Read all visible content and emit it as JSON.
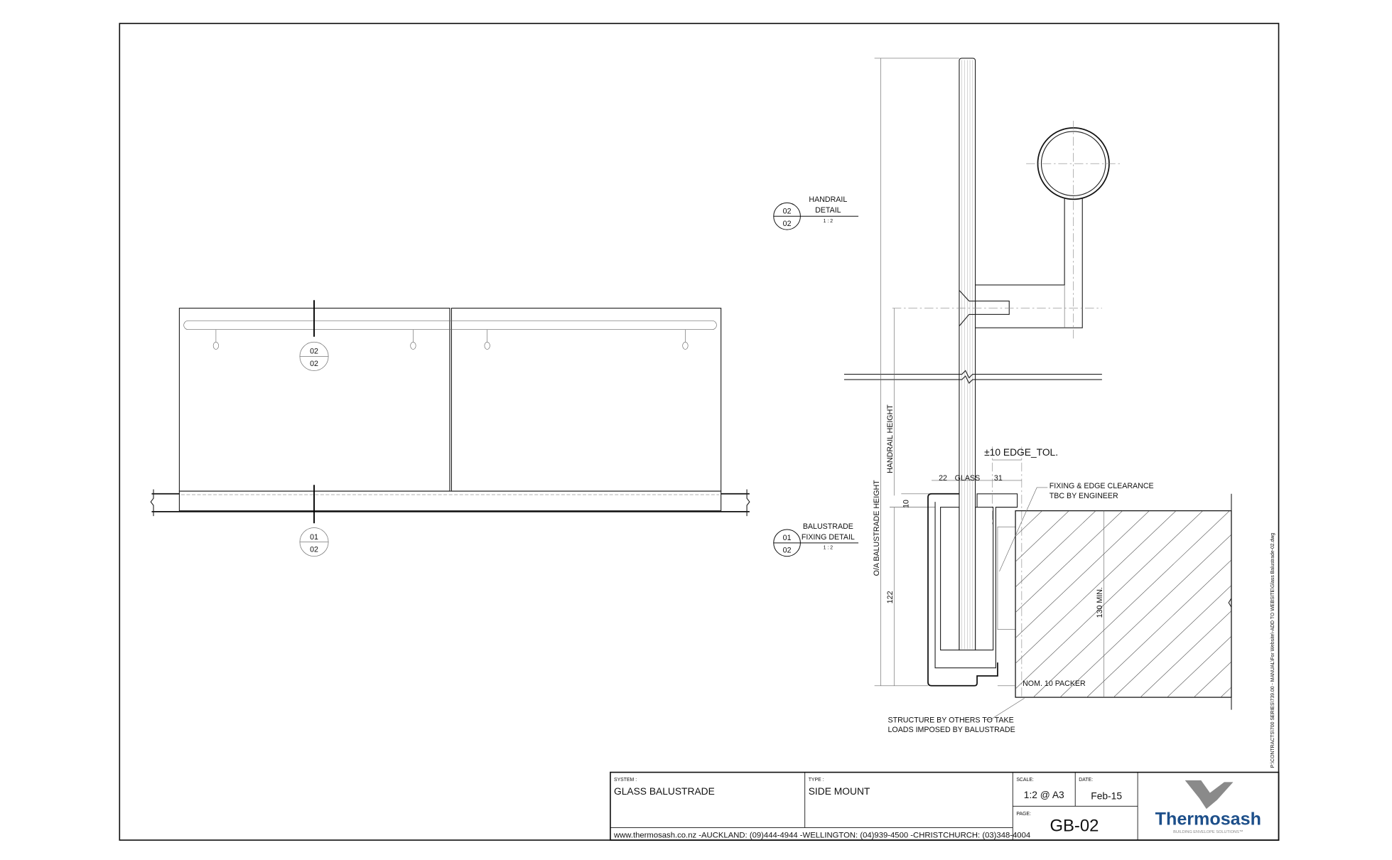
{
  "elevation": {
    "section_markers": [
      {
        "top": "02",
        "bottom": "02"
      },
      {
        "top": "01",
        "bottom": "02"
      }
    ]
  },
  "detail": {
    "callouts": [
      {
        "top": "02",
        "bottom": "02",
        "title_line1": "HANDRAIL",
        "title_line2": "DETAIL",
        "scale": "1 : 2"
      },
      {
        "top": "01",
        "bottom": "02",
        "title_line1": "BALUSTRADE",
        "title_line2": "FIXING DETAIL",
        "scale": "1 : 2"
      }
    ],
    "dimensions": {
      "oa_height": "O/A BALUSTRADE HEIGHT",
      "handrail_height": "HANDRAIL HEIGHT",
      "base": "122",
      "lip": "10",
      "left_gap": "22",
      "glass": "GLASS",
      "right_gap": "31",
      "slab_min": "130 MIN.",
      "edge_tol": "±10 EDGE_TOL."
    },
    "notes": {
      "clearance_line1": "FIXING & EDGE CLEARANCE",
      "clearance_line2": "TBC BY ENGINEER",
      "packer": "NOM. 10 PACKER",
      "structure_line1": "STRUCTURE BY OTHERS TO TAKE",
      "structure_line2": "LOADS IMPOSED BY BALUSTRADE"
    }
  },
  "file_path": "P:\\CONTRACTS\\700 SERIES\\739.00 - MANUAL\\For Website\\-ADD TO WEBSITE\\Glass Balustrade-02.dwg",
  "title_block": {
    "system_label": "SYSTEM :",
    "system_value": "GLASS BALUSTRADE",
    "type_label": "TYPE :",
    "type_value": "SIDE MOUNT",
    "scale_label": "SCALE:",
    "scale_value": "1:2 @ A3",
    "date_label": "DATE:",
    "date_value": "Feb-15",
    "page_label": "PAGE:",
    "page_value": "GB-02",
    "contact": "www.thermosash.co.nz -AUCKLAND: (09)444-4944 -WELLINGTON: (04)939-4500 -CHRISTCHURCH: (03)348-4004",
    "logo_name": "Thermosash",
    "logo_tagline": "BUILDING ENVELOPE SOLUTIONS™",
    "brand_color": "#1d4f8a",
    "logo_bird_color": "#8a8a8a"
  }
}
